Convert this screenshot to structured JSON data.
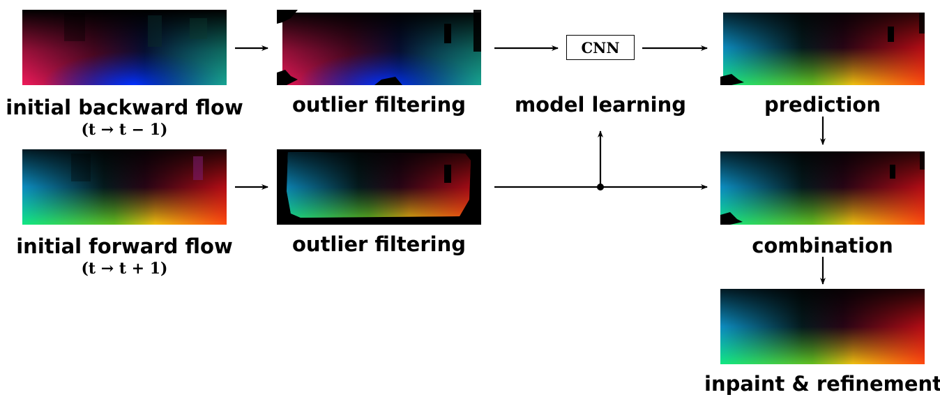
{
  "panels": {
    "initial_backward": {
      "label": "initial backward flow",
      "sublabel": "(t → t − 1)"
    },
    "outlier_backward": {
      "label": "outlier filtering"
    },
    "cnn": {
      "label": "CNN",
      "caption": "model learning"
    },
    "prediction": {
      "label": "prediction"
    },
    "initial_forward": {
      "label": "initial forward flow",
      "sublabel": "(t → t + 1)"
    },
    "outlier_forward": {
      "label": "outlier filtering"
    },
    "combination": {
      "label": "combination"
    },
    "inpaint": {
      "label": "inpaint & refinement"
    }
  },
  "colors": {
    "magenta": "#ff1a5e",
    "red": "#e8101a",
    "blue": "#0032ff",
    "cyan": "#0fc4ff",
    "teal": "#1aa88a",
    "green": "#18e877",
    "orange": "#ff5a10",
    "yellow": "#f2c21a",
    "dark_red": "#8a0c2a",
    "black": "#000000"
  }
}
